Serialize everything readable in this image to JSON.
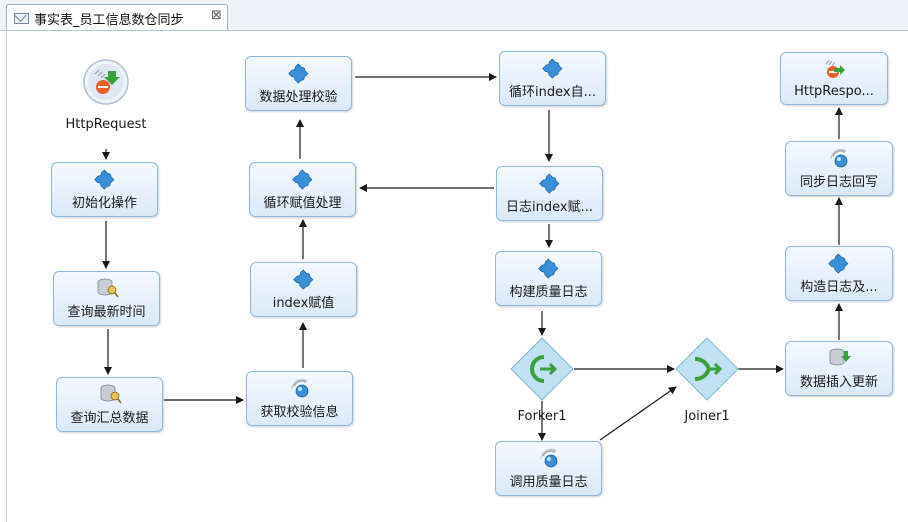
{
  "tab": {
    "title": "事实表_员工信息数仓同步",
    "close": "⊠"
  },
  "nodes": {
    "http_request": "HttpRequest",
    "init": "初始化操作",
    "query_latest": "查询最新时间",
    "query_summary": "查询汇总数据",
    "get_verify": "获取校验信息",
    "index_assign": "index赋值",
    "loop_assign": "循环赋值处理",
    "data_verify": "数据处理校验",
    "loop_index": "循环index自...",
    "log_index": "日志index赋...",
    "build_quality_log": "构建质量日志",
    "forker": "Forker1",
    "call_quality_log": "调用质量日志",
    "joiner": "Joiner1",
    "data_insert": "数据插入更新",
    "build_log": "构造日志及...",
    "sync_log": "同步日志回写",
    "http_response": "HttpRespo..."
  },
  "colors": {
    "edge": "#1a1a1a",
    "node_border": "#8eb7de",
    "diamond": "#bfe1f2",
    "icon_blue": "#3a8fd8",
    "icon_green": "#38a03c"
  }
}
